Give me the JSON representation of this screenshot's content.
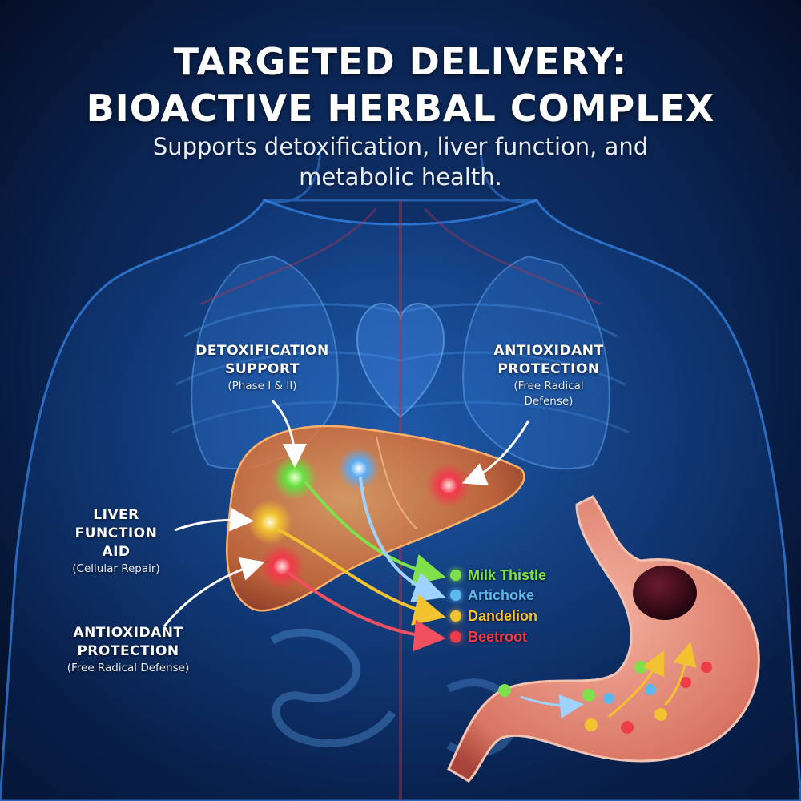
{
  "header": {
    "title_line1": "TARGETED DELIVERY:",
    "title_line2": "BIOACTIVE HERBAL COMPLEX",
    "subtitle_line1": "Supports detoxification, liver function, and",
    "subtitle_line2": "metabolic health."
  },
  "callouts": {
    "detox": {
      "line1": "DETOXIFICATION",
      "line2": "SUPPORT",
      "sub1": "(Phase I & II)"
    },
    "antioxidant_top": {
      "line1": "ANTIOXIDANT",
      "line2": "PROTECTION",
      "sub1": "(Free Radical",
      "sub2": "Defense)"
    },
    "liver_function": {
      "line1": "LIVER",
      "line2": "FUNCTION",
      "line3": "AID",
      "sub1": "(Cellular Repair)"
    },
    "antioxidant_bottom": {
      "line1": "ANTIOXIDANT",
      "line2": "PROTECTION",
      "sub1": "(Free Radical Defense)"
    }
  },
  "legend": [
    {
      "label": "Milk Thistle",
      "color": "#7ee04a"
    },
    {
      "label": "Artichoke",
      "color": "#5cb8f0"
    },
    {
      "label": "Dandelion",
      "color": "#f2c230"
    },
    {
      "label": "Beetroot",
      "color": "#ef3b47"
    }
  ],
  "colors": {
    "background": "#061433",
    "body_glow": "#1f6fd6",
    "liver": "#e07a3a",
    "stomach": "#e8907f",
    "gummy": "#3a0a1a"
  }
}
